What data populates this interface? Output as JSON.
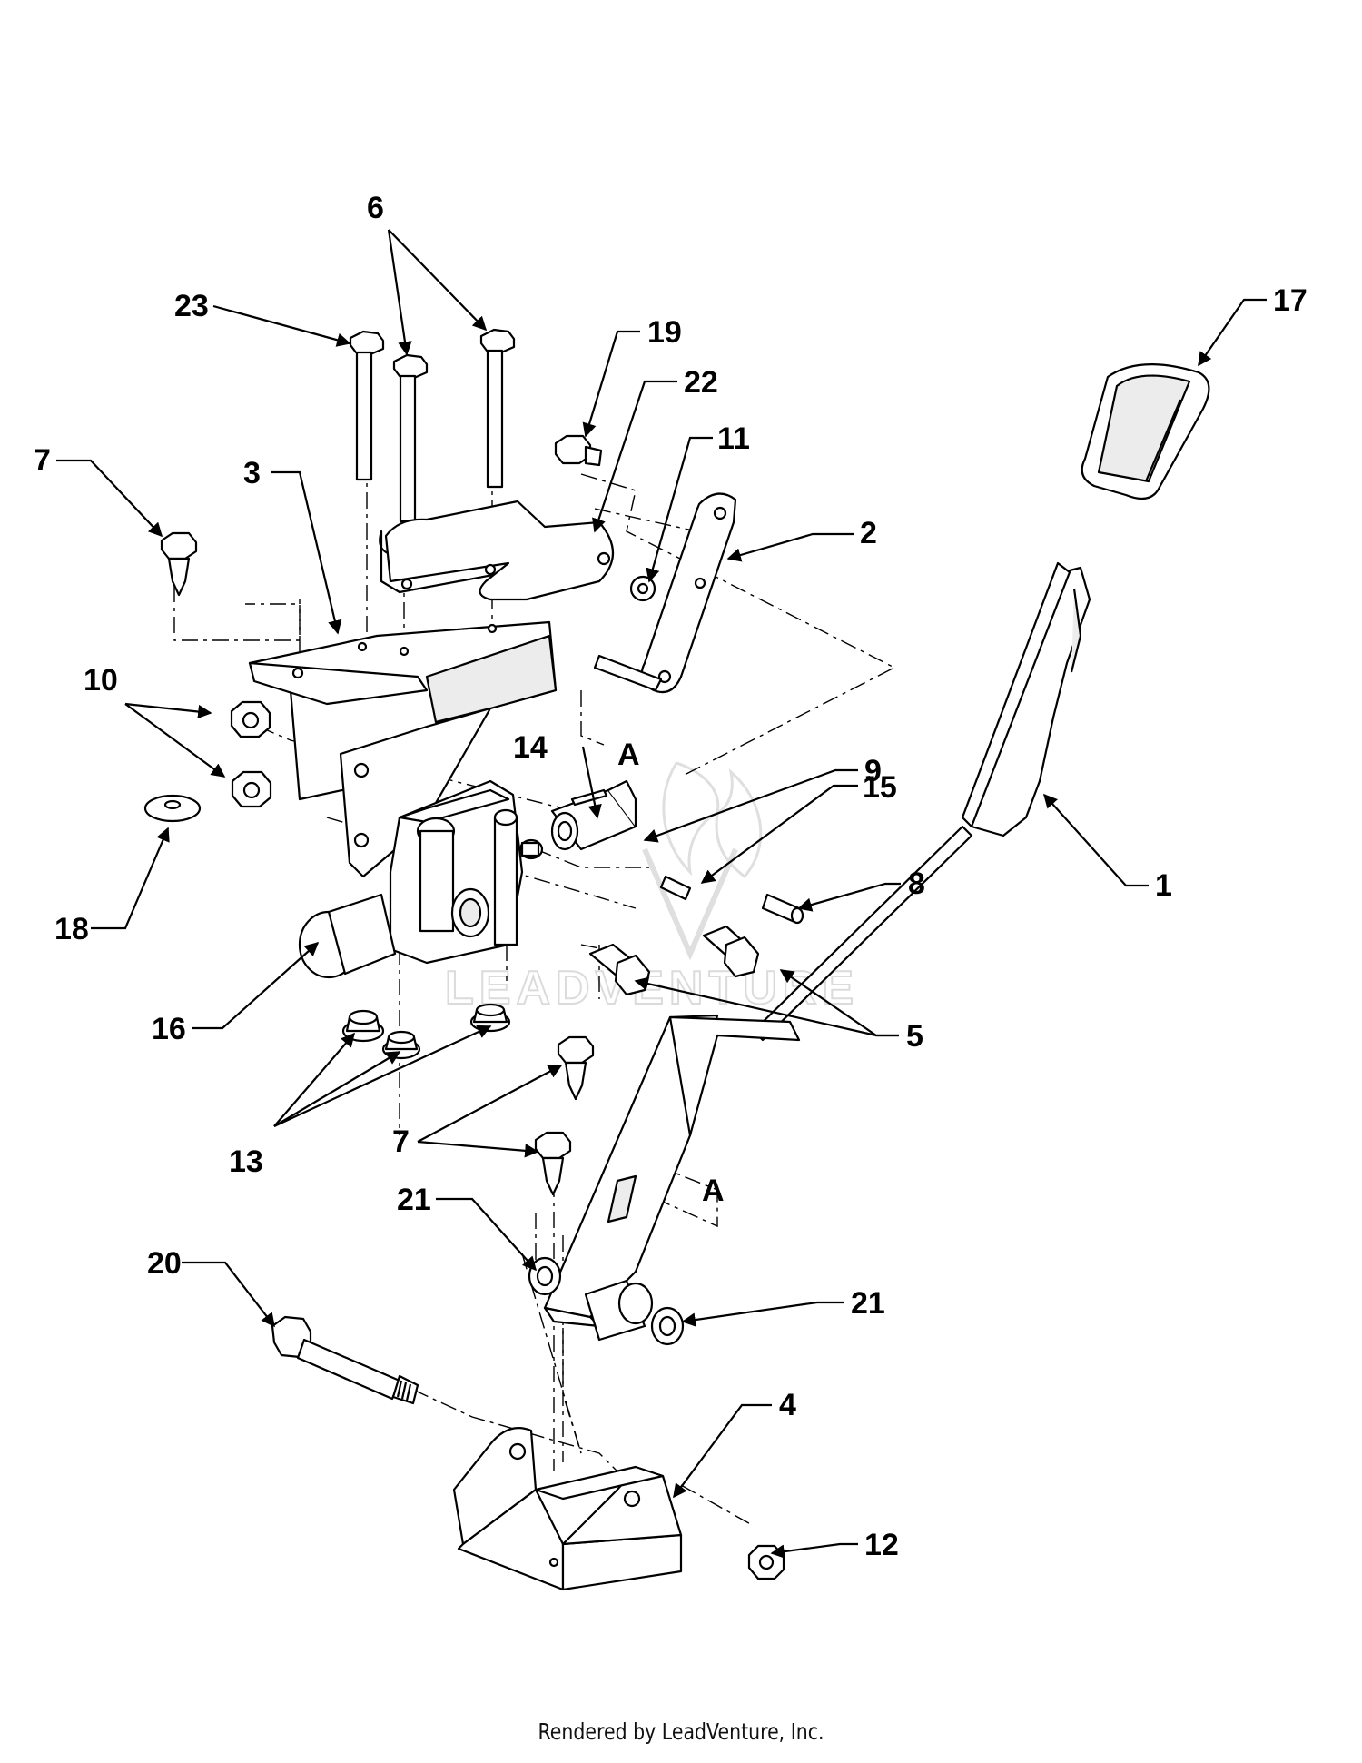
{
  "diagram": {
    "callouts": [
      "1",
      "2",
      "3",
      "4",
      "5",
      "6",
      "7",
      "7",
      "8",
      "9",
      "10",
      "11",
      "12",
      "13",
      "14",
      "15",
      "16",
      "17",
      "18",
      "19",
      "20",
      "21",
      "21",
      "22",
      "23"
    ],
    "section_refs": [
      "A",
      "A"
    ]
  },
  "watermark": {
    "text": "LEADVENTURE"
  },
  "footer": {
    "text": "Rendered by LeadVenture, Inc."
  }
}
